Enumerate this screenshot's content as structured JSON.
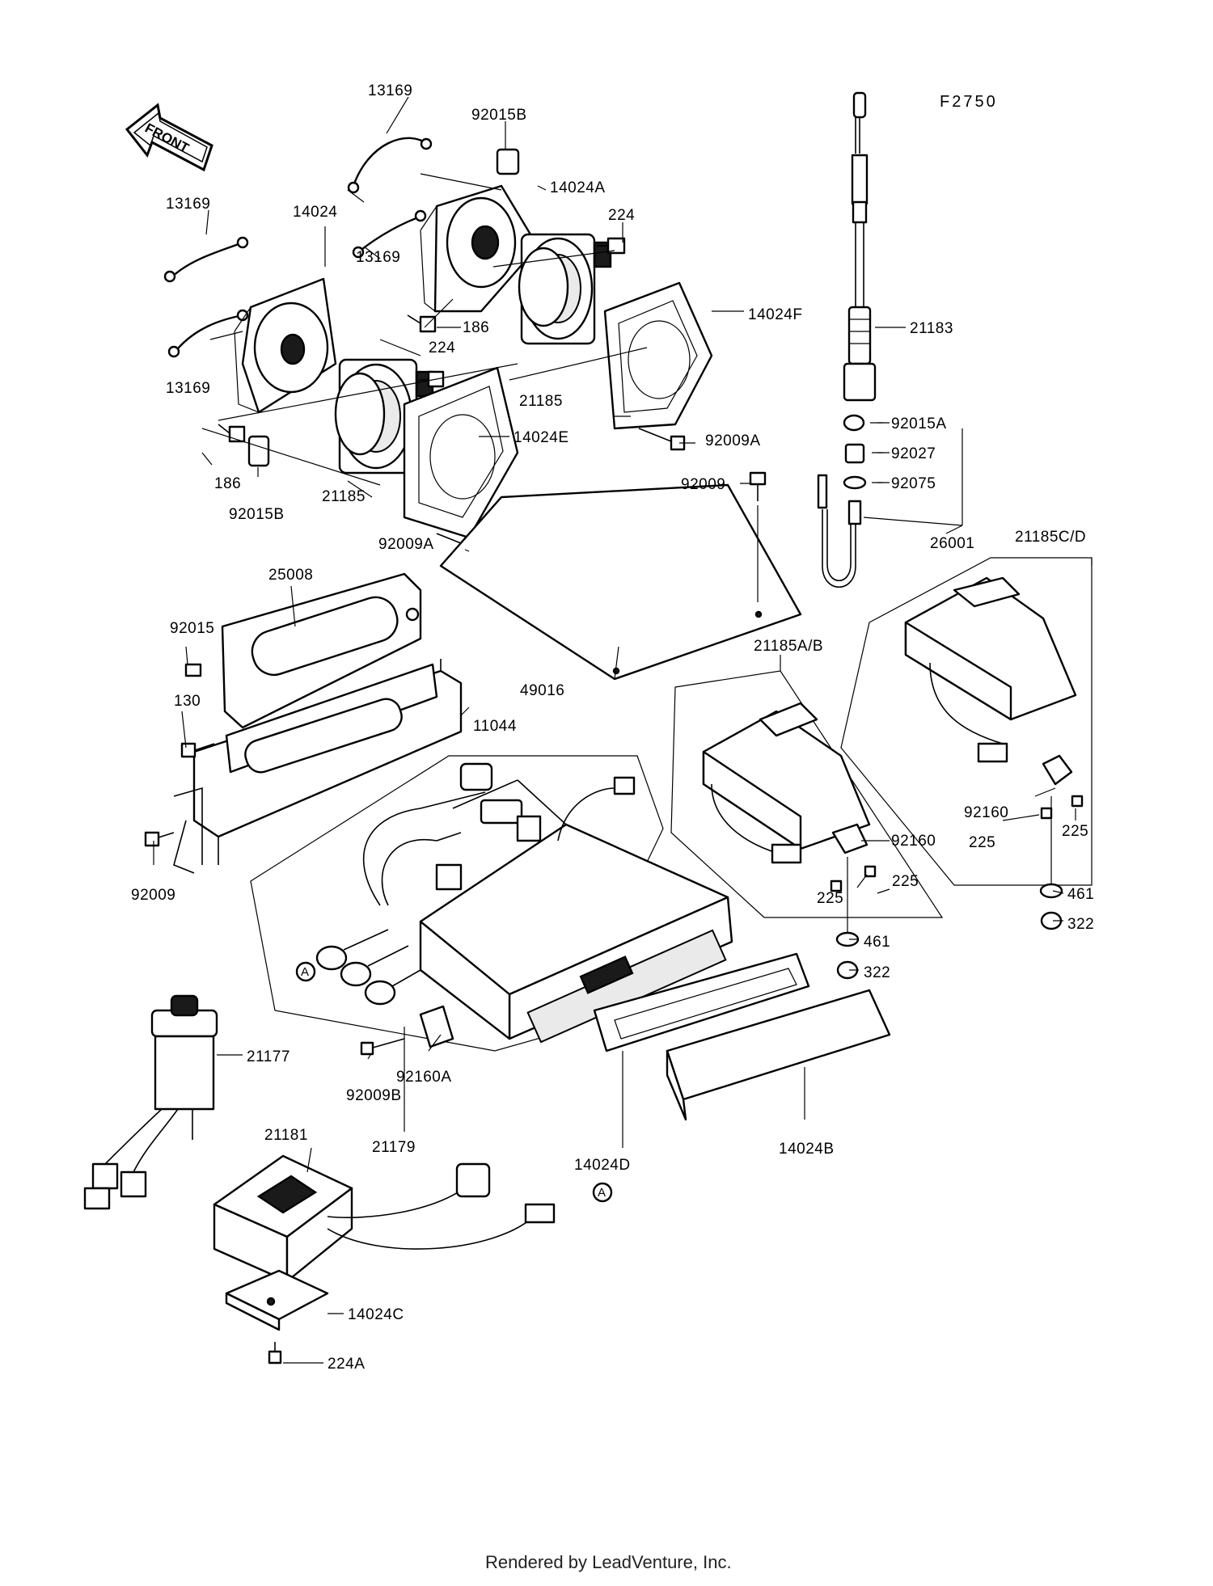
{
  "figure_id": "F2750",
  "front_arrow_label": "FRONT",
  "callout_marker": "A",
  "footer": "Rendered by LeadVenture, Inc.",
  "labels": {
    "p13169_top": "13169",
    "p92015b_top": "92015B",
    "p14024a": "14024A",
    "p224_top": "224",
    "p13169_left": "13169",
    "p14024": "14024",
    "p13169_mid": "13169",
    "p186_mid": "186",
    "p14024f": "14024F",
    "p224_mid": "224",
    "p21185_upper": "21185",
    "p13169_low": "13169",
    "p14024e": "14024E",
    "p92009a_right": "92009A",
    "p186_low": "186",
    "p92015b_low": "92015B",
    "p21185_lower": "21185",
    "p92009a_left": "92009A",
    "p21183": "21183",
    "p92015a": "92015A",
    "p92027": "92027",
    "p92075": "92075",
    "p92009_top": "92009",
    "p26001": "26001",
    "p21185cd": "21185C/D",
    "p25008": "25008",
    "p92015": "92015",
    "p49016": "49016",
    "p21185ab": "21185A/B",
    "p130": "130",
    "p11044": "11044",
    "p92160_right": "92160",
    "p225_r1": "225",
    "p225_r2": "225",
    "p92160_mid": "92160",
    "p225_m1": "225",
    "p225_m2": "225",
    "p461_right": "461",
    "p322_right": "322",
    "p461_mid": "461",
    "p322_mid": "322",
    "p92009_left": "92009",
    "p21177": "21177",
    "p92160a": "92160A",
    "p92009b": "92009B",
    "p21181": "21181",
    "p21179": "21179",
    "p14024d": "14024D",
    "p14024b": "14024B",
    "p14024c": "14024C",
    "p224a": "224A"
  }
}
